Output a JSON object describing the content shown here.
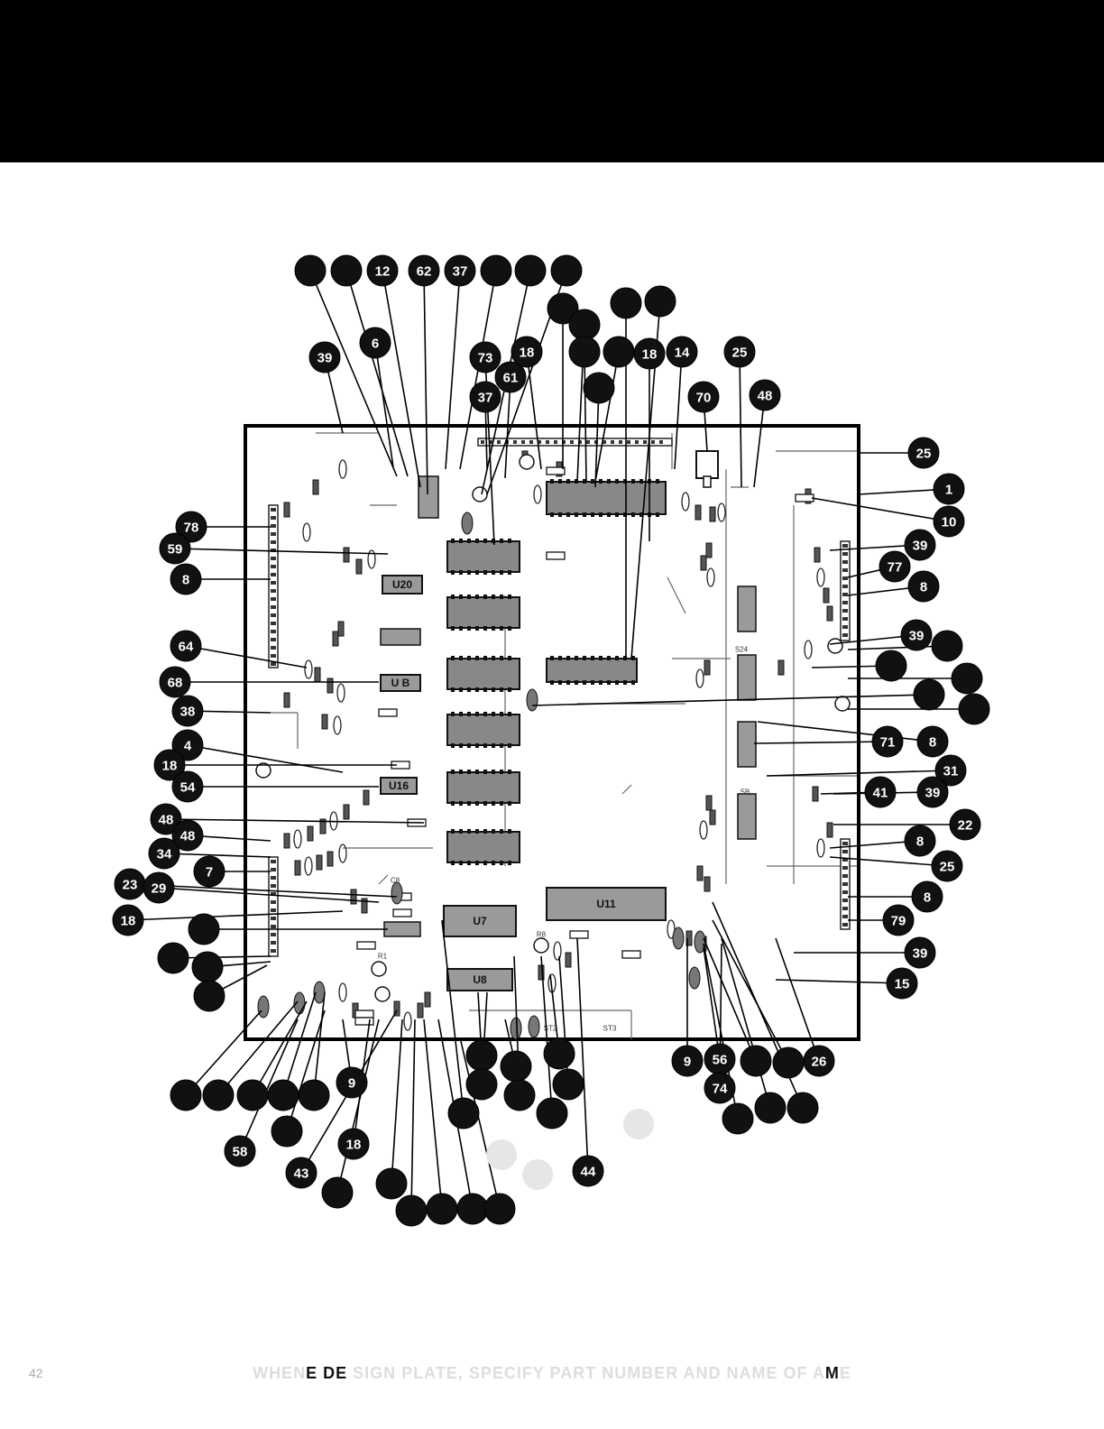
{
  "header": {
    "background": "#000000"
  },
  "board": {
    "chips": [
      {
        "label": "U20"
      },
      {
        "label": "U B"
      },
      {
        "label": "U16"
      },
      {
        "label": "U7"
      },
      {
        "label": "U8"
      },
      {
        "label": "U11"
      },
      {
        "label": "C8"
      },
      {
        "label": "R1"
      },
      {
        "label": "R8"
      },
      {
        "label": "S24"
      },
      {
        "label": "SB"
      },
      {
        "label": "ST2"
      },
      {
        "label": "ST3"
      }
    ]
  },
  "callouts": {
    "top_row": [
      "",
      "",
      "12",
      "62",
      "37",
      "",
      "",
      ""
    ],
    "upper": [
      "39",
      "6",
      "73",
      "61",
      "18",
      "18",
      "14",
      "25",
      "48",
      "37",
      "70"
    ],
    "left": [
      "78",
      "59",
      "8",
      "64",
      "68",
      "38",
      "4",
      "18",
      "54",
      "48",
      "48",
      "34",
      "7",
      "23",
      "29",
      "18"
    ],
    "right": [
      "25",
      "1",
      "10",
      "39",
      "77",
      "8",
      "39",
      "71",
      "8",
      "31",
      "41",
      "39",
      "22",
      "8",
      "25",
      "8",
      "79",
      "39",
      "15"
    ],
    "bottom": [
      "9",
      "18",
      "58",
      "43",
      "9",
      "56",
      "74",
      "26",
      "44"
    ]
  },
  "footer": {
    "page_number": "42",
    "caption_parts": [
      {
        "text": "WHEN",
        "dim": true
      },
      {
        "text": "E",
        "dim": false
      },
      {
        "text": " ",
        "dim": true
      },
      {
        "text": "DE",
        "dim": false
      },
      {
        "text": " SIGN PLATE, SPECIFY PART NUMBER AND NAME OF A",
        "dim": true
      },
      {
        "text": "M",
        "dim": false
      },
      {
        "text": "E",
        "dim": true
      }
    ]
  }
}
